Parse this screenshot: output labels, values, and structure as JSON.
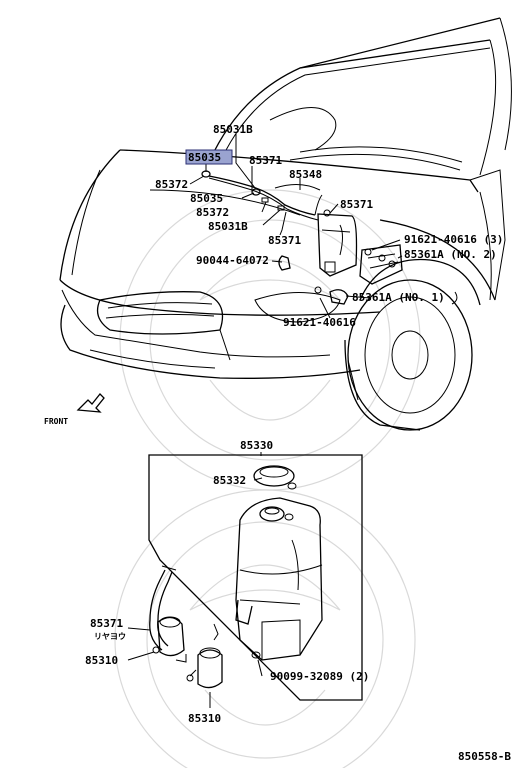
{
  "diagram_id": "850558-B",
  "front_label": "FRONT",
  "highlighted_part": "85035",
  "callouts": {
    "p85031B_top": "85031B",
    "p85035_hl": "85035",
    "p85371_top": "85371",
    "p85372_a": "85372",
    "p85348": "85348",
    "p85035_b": "85035",
    "p85372_b": "85372",
    "p85031B_b": "85031B",
    "p85371_right": "85371",
    "p85371_mid": "85371",
    "p91621_40616_3": "91621-40616 (3)",
    "p85361A_no2": "85361A (NO. 2)",
    "p90044_64072": "90044-64072",
    "p85361A_no1": "85361A (NO. 1)",
    "p91621_40616": "91621-40616",
    "p85330": "85330",
    "p85332": "85332",
    "p85371_low": "85371",
    "p85371_jp": "リヤヨウ",
    "p85310_a": "85310",
    "p90099_32089": "90099-32089 (2)",
    "p85310_b": "85310"
  }
}
